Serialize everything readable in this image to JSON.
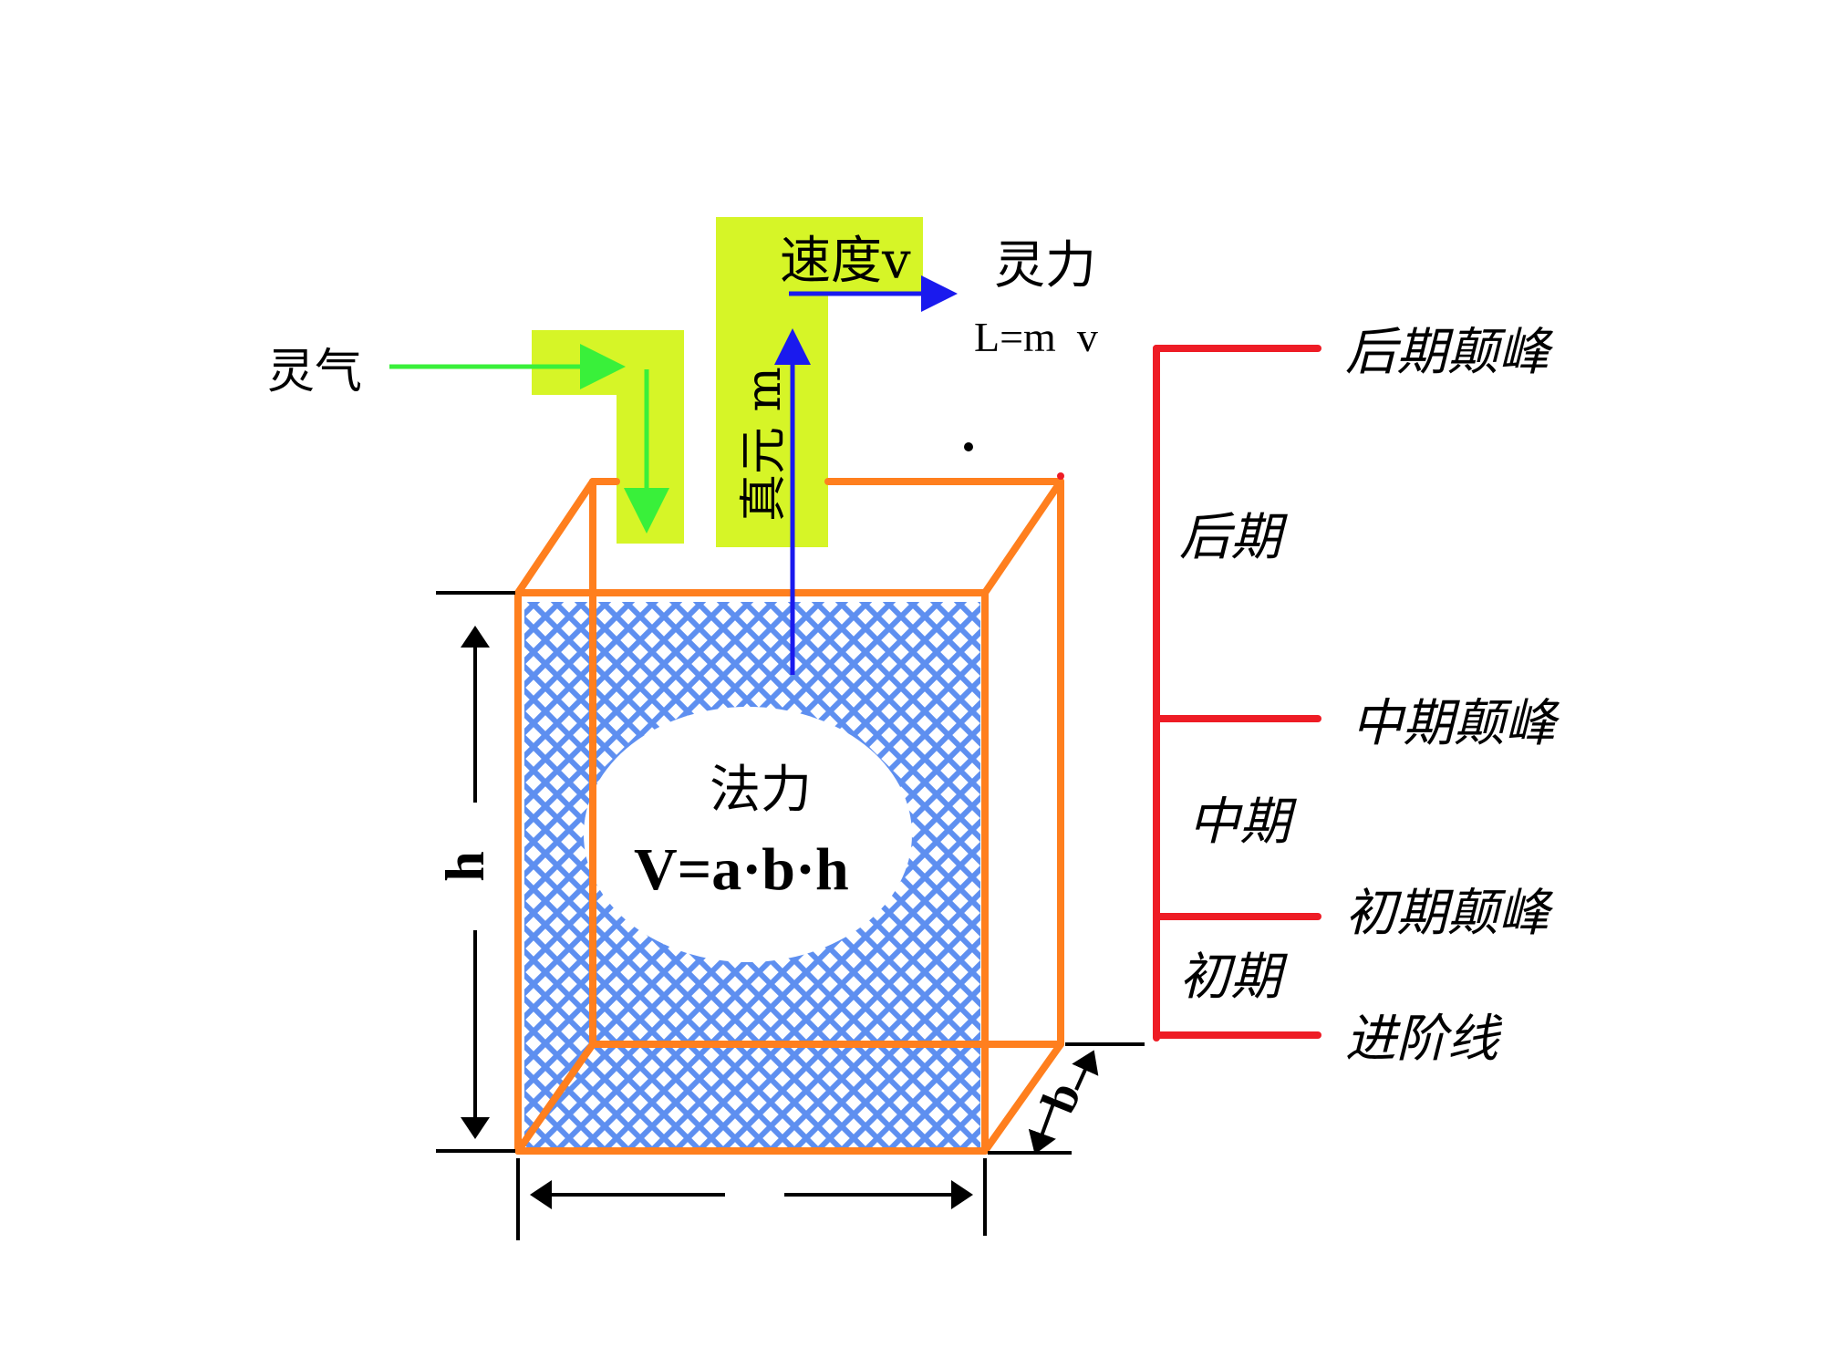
{
  "colors": {
    "box_edge": "#ff7f1e",
    "hatch": "#5e8ff0",
    "pipe": "#d6f527",
    "qi_arrow": "#39f03a",
    "mana_arrow": "#1a1aee",
    "stage_line": "#ee1c25",
    "text": "#000000"
  },
  "labels": {
    "lingqi": "灵气",
    "speed": "速度v",
    "lingli": "灵力",
    "lingli_formula": "L=m  v",
    "zhenyuan": "真元 m",
    "fali": "法力",
    "volume_formula": "V=a·b·h",
    "height": "h",
    "depth": "b"
  },
  "stages": {
    "peaks": [
      {
        "label": "后期颠峰"
      },
      {
        "label": "中期颠峰"
      },
      {
        "label": "初期颠峰"
      },
      {
        "label": "进阶线"
      }
    ],
    "phases": [
      {
        "label": "后期"
      },
      {
        "label": "中期"
      },
      {
        "label": "初期"
      }
    ]
  }
}
